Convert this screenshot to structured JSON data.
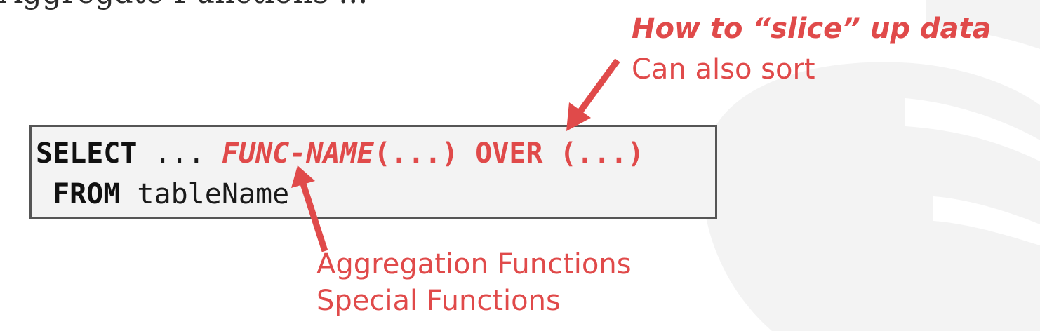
{
  "header": {
    "cut_off_text": "Aggregate Functions ..."
  },
  "annotations": {
    "over": {
      "title": "How to “slice” up data",
      "subtitle": "Can also sort"
    },
    "func": {
      "line1": "Aggregation Functions",
      "line2": "Special Functions"
    }
  },
  "code": {
    "line1": {
      "keyword_select": "SELECT",
      "ellipsis": " ... ",
      "func_name": "FUNC-NAME",
      "func_args": "(...)",
      "space": " ",
      "keyword_over": "OVER",
      "over_args": " (...)"
    },
    "line2": {
      "keyword_from": "FROM",
      "table_name": " tableName"
    }
  },
  "colors": {
    "accent": "#e04a4a",
    "text": "#1a1a1a",
    "code_background": "#f3f3f3",
    "code_border": "#555555",
    "watermark": "#f2f2f2"
  },
  "icons": {
    "over_arrow": "arrow-down-left-icon",
    "func_arrow": "arrow-up-icon",
    "watermark": "database-watermark-icon"
  }
}
